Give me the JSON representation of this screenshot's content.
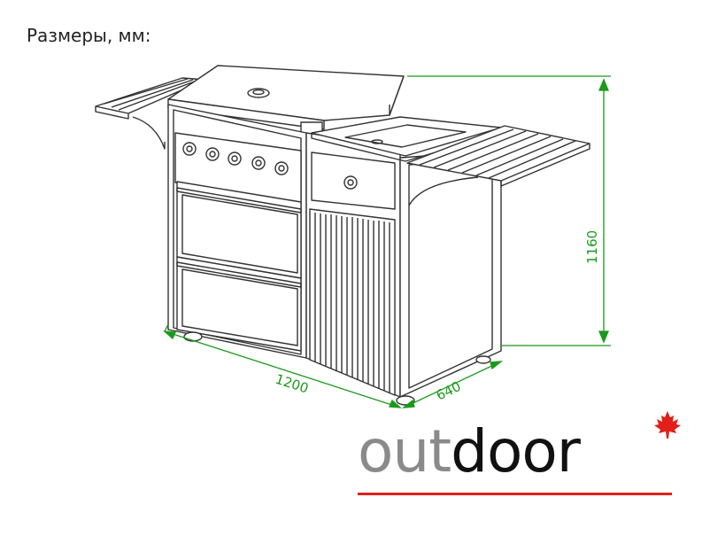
{
  "heading": "Размеры, мм:",
  "dimensions": {
    "width": "1200",
    "depth": "640",
    "height": "1160"
  },
  "logo": {
    "part1": "out",
    "part2": "door",
    "accent_color": "#e0201a",
    "icon": "maple-leaf-icon"
  },
  "colors": {
    "line": "#333333",
    "dimension": "#1a9a1a"
  }
}
